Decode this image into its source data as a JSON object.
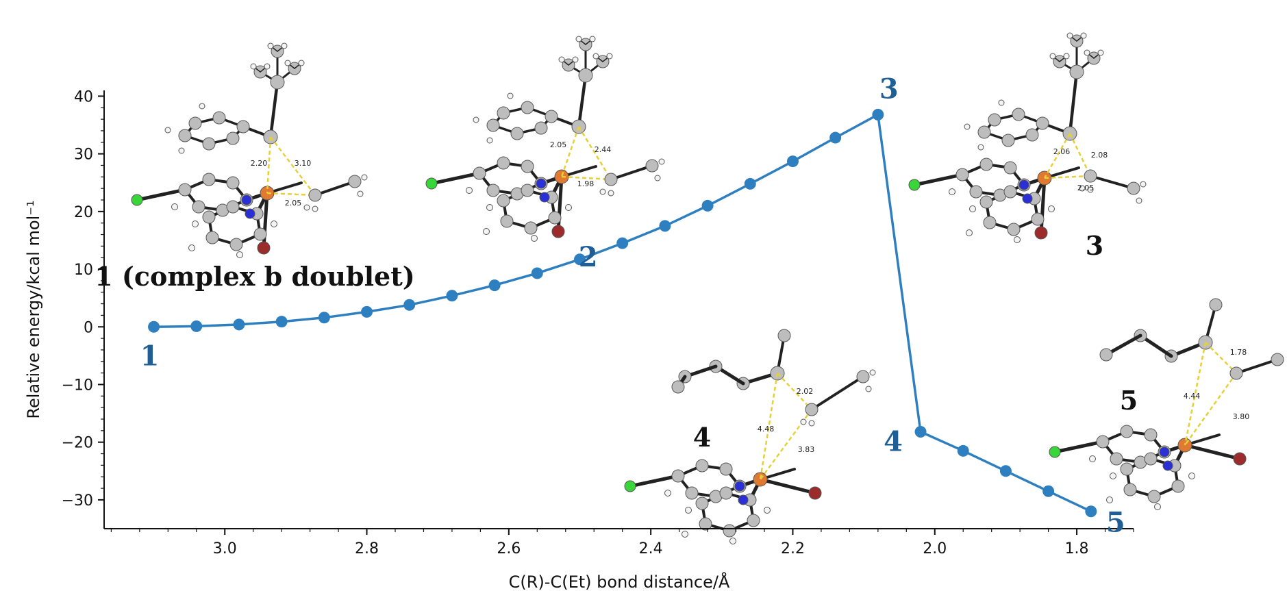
{
  "chart_data": {
    "type": "line",
    "xlabel": "C(R)-C(Et) bond distance/Å",
    "ylabel": "Relative energy/kcal mol⁻¹",
    "xlim": [
      3.17,
      1.72
    ],
    "ylim": [
      -35,
      41
    ],
    "xticks": [
      3.0,
      2.8,
      2.6,
      2.4,
      2.2,
      2.0,
      1.8
    ],
    "xtick_labels": [
      "3.0",
      "2.8",
      "2.6",
      "2.4",
      "2.2",
      "2.0",
      "1.8"
    ],
    "yticks": [
      40,
      30,
      20,
      10,
      0,
      -10,
      -20,
      -30
    ],
    "ytick_labels": [
      "40",
      "30",
      "20",
      "10",
      "0",
      "−10",
      "−20",
      "−30"
    ],
    "grid": false,
    "series_color": "#2e7fbf",
    "series": [
      {
        "x": [
          3.1,
          3.04,
          2.98,
          2.92,
          2.86,
          2.8,
          2.74,
          2.68,
          2.62,
          2.56,
          2.5,
          2.44,
          2.38,
          2.32,
          2.26,
          2.2,
          2.14,
          2.08,
          2.02,
          1.96,
          1.9,
          1.84,
          1.78
        ],
        "y": [
          0.0,
          0.1,
          0.4,
          0.9,
          1.6,
          2.6,
          3.8,
          5.4,
          7.2,
          9.3,
          11.7,
          14.5,
          17.5,
          21.0,
          24.8,
          28.7,
          32.8,
          36.8,
          -18.2,
          -21.5,
          -25.0,
          -28.5,
          -32.0
        ]
      }
    ],
    "point_labels": [
      {
        "text": "1",
        "x": 3.1,
        "y": 0.0
      },
      {
        "text": "2",
        "x": 2.44,
        "y": 14.5
      },
      {
        "text": "3",
        "x": 2.08,
        "y": 36.8
      },
      {
        "text": "4",
        "x": 2.02,
        "y": -18.2
      },
      {
        "text": "5",
        "x": 1.78,
        "y": -32.0
      }
    ],
    "structure_labels": [
      {
        "id": "s1",
        "text": "1 (complex b doublet)",
        "distances": [
          "2.20",
          "3.10",
          "2.05"
        ]
      },
      {
        "id": "s2",
        "text": "",
        "distances": [
          "2.05",
          "2.44",
          "1.98"
        ]
      },
      {
        "id": "s3",
        "text": "3",
        "distances": [
          "2.06",
          "2.08",
          "2.05"
        ]
      },
      {
        "id": "s4",
        "text": "4",
        "distances": [
          "2.02",
          "4.48",
          "3.83"
        ]
      },
      {
        "id": "s5",
        "text": "5",
        "distances": [
          "1.78",
          "4.44",
          "3.80"
        ]
      }
    ]
  }
}
